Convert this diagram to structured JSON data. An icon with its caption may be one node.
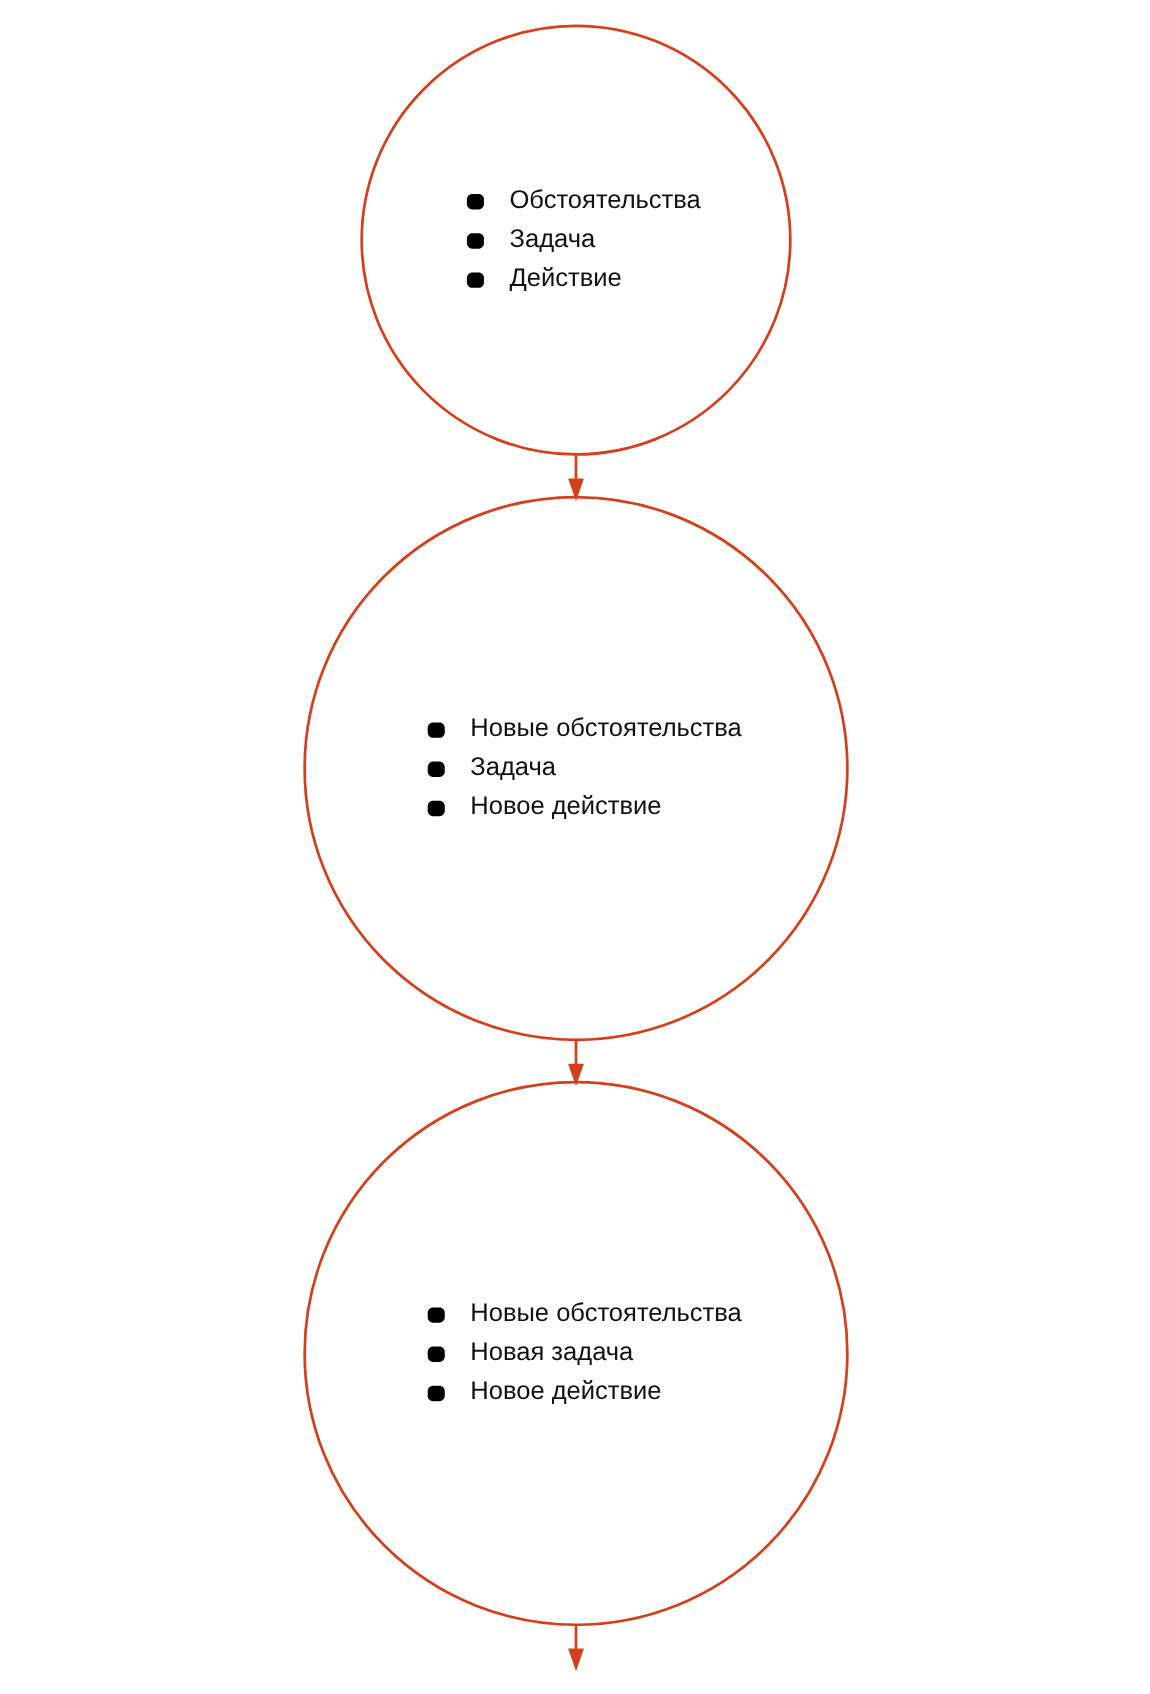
{
  "diagram": {
    "nodes": [
      {
        "text": [
          "Обстоятельства",
          "Задача",
          "Действие"
        ]
      },
      {
        "text": [
          "Новые обстоятельства",
          "Задача",
          "Новое действие"
        ]
      },
      {
        "text": [
          "Новые обстоятельства",
          "Новая задача",
          "Новое действие"
        ]
      }
    ],
    "edges": [
      {
        "from": 0,
        "to": 1,
        "arrow": "to"
      },
      {
        "from": 1,
        "to": 2,
        "arrow": "to"
      },
      {
        "from": 2,
        "to": null,
        "arrow": "to"
      }
    ]
  }
}
